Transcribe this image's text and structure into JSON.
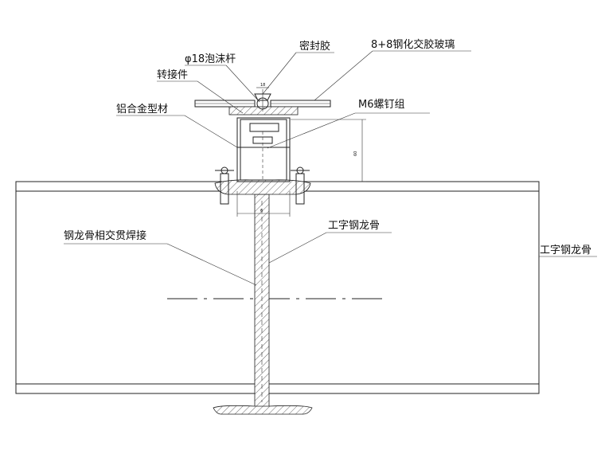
{
  "labels": {
    "sealant": "密封胶",
    "glass": "8+8钢化交胶玻璃",
    "foam_rod": "φ18泡沫杆",
    "adapter": "转接件",
    "aluminum_profile": "铝合金型材",
    "screw_group": "M6螺钉组",
    "keel_weld": "钢龙骨相交贯焊接",
    "i_beam_vertical": "工字钢龙骨",
    "i_beam_horizontal": "工字钢龙骨"
  },
  "dimensions": {
    "height_60": "60",
    "gap_18": "18",
    "width_w": "6"
  }
}
